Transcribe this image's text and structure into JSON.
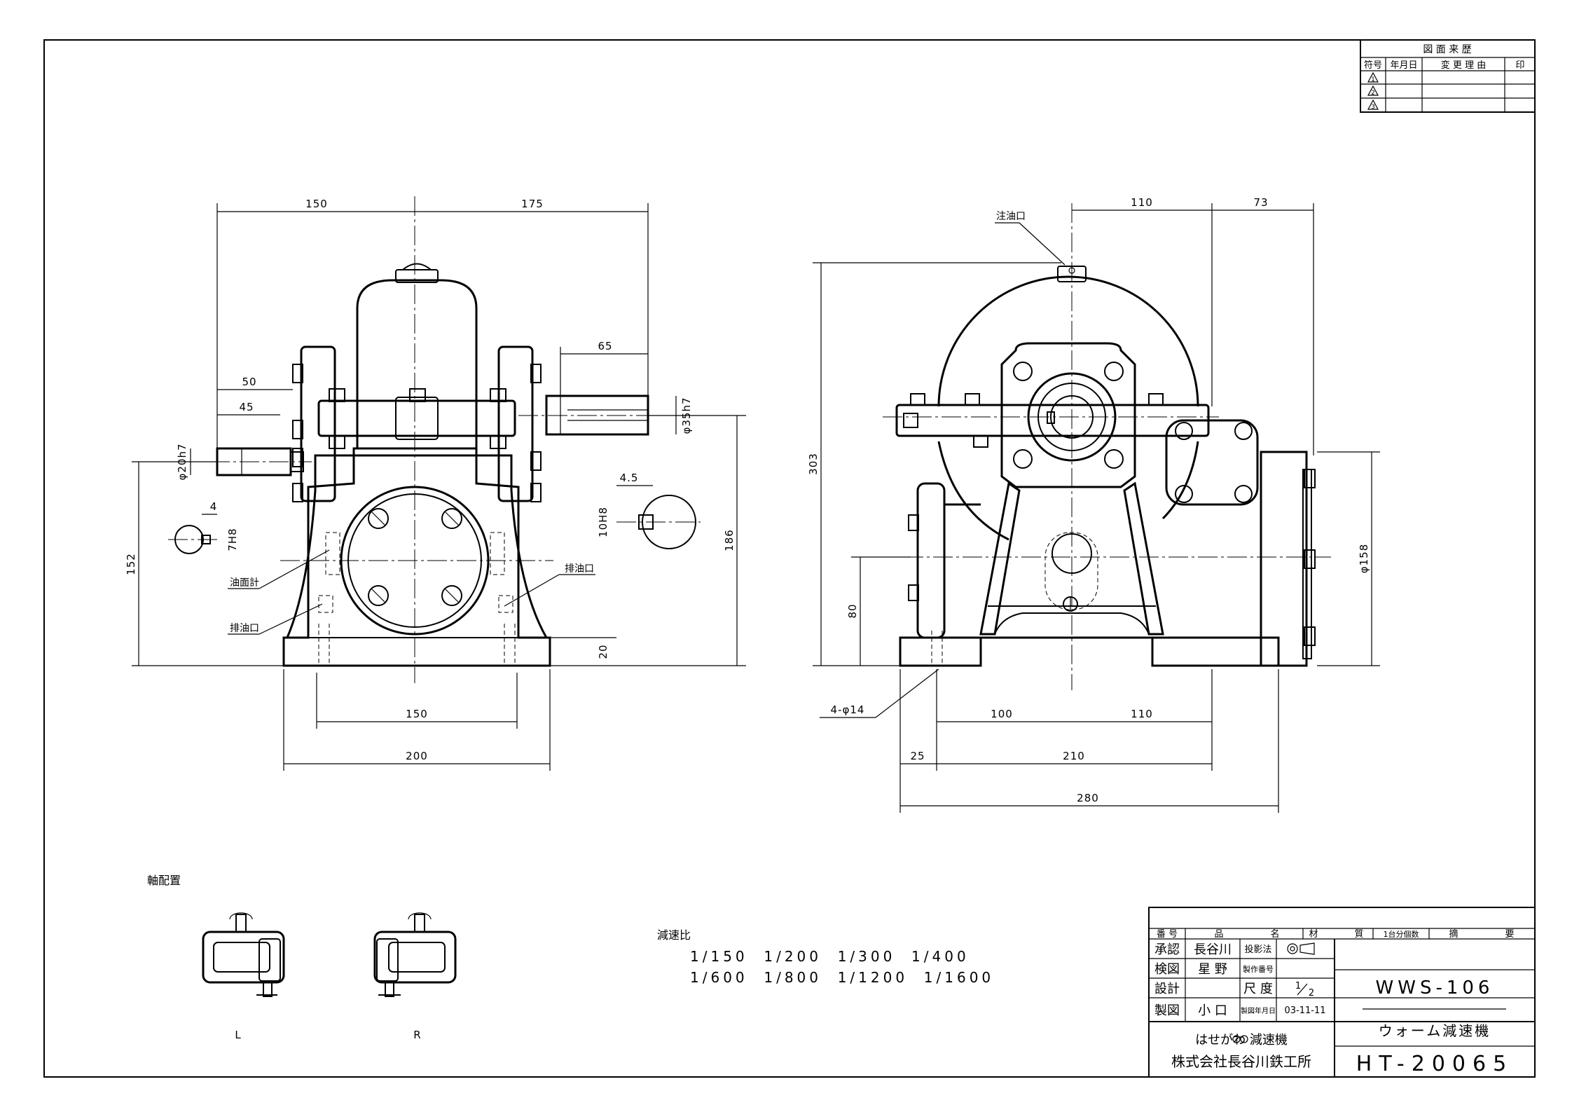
{
  "revision_table": {
    "title": "図 面 来 歴",
    "headers": [
      "符号",
      "年月日",
      "変 更 理 由",
      "印"
    ],
    "rows": [
      "1",
      "2",
      "3"
    ]
  },
  "front_view": {
    "dims": {
      "top_left": "150",
      "top_right": "175",
      "shaft_right": "65",
      "d50": "50",
      "d45": "45",
      "shaft_small": "φ20h7",
      "shaft_large": "φ35h7",
      "key_small_w": "4",
      "key_small_h": "7H8",
      "key_large_w": "4.5",
      "key_large_h": "10H8",
      "height_152": "152",
      "height_186": "186",
      "base_20": "20",
      "bottom_150": "150",
      "bottom_200": "200"
    },
    "labels": {
      "oil_gauge": "油面計",
      "drain_left": "排油口",
      "drain_right": "排油口"
    }
  },
  "side_view": {
    "dims": {
      "top_110": "110",
      "top_73": "73",
      "height_303": "303",
      "height_80": "80",
      "dia_158": "φ158",
      "bolt_holes": "4-φ14",
      "b100": "100",
      "b110": "110",
      "b25": "25",
      "b210": "210",
      "b280": "280"
    },
    "labels": {
      "oil_filler": "注油口"
    }
  },
  "shaft_arrangement": {
    "title": "軸配置",
    "left": "L",
    "right": "R"
  },
  "reduction_ratios": {
    "title": "減速比",
    "row1": "1/150  1/200  1/300  1/400",
    "row2": "1/600  1/800  1/1200  1/1600"
  },
  "title_block": {
    "headers": [
      "番 号",
      "品",
      "名",
      "材",
      "質",
      "1台分個数",
      "摘",
      "要"
    ],
    "approved_label": "承認",
    "approved": "長谷川",
    "projection_label": "投影法",
    "checked_label": "検図",
    "checked": "星 野",
    "product_no_label": "製作番号",
    "designed_label": "設計",
    "scale_label": "尺 度",
    "scale_num": "1",
    "scale_den": "2",
    "drawn_label": "製図",
    "drawn": "小 口",
    "date_label": "製図年月日",
    "date": "03-11-11",
    "model": "WWS-106",
    "product_name": "ウォーム減速機",
    "brand": "はせがわ 減速機",
    "company": "株式会社長谷川鉄工所",
    "drawing_no": "HT-20065"
  }
}
